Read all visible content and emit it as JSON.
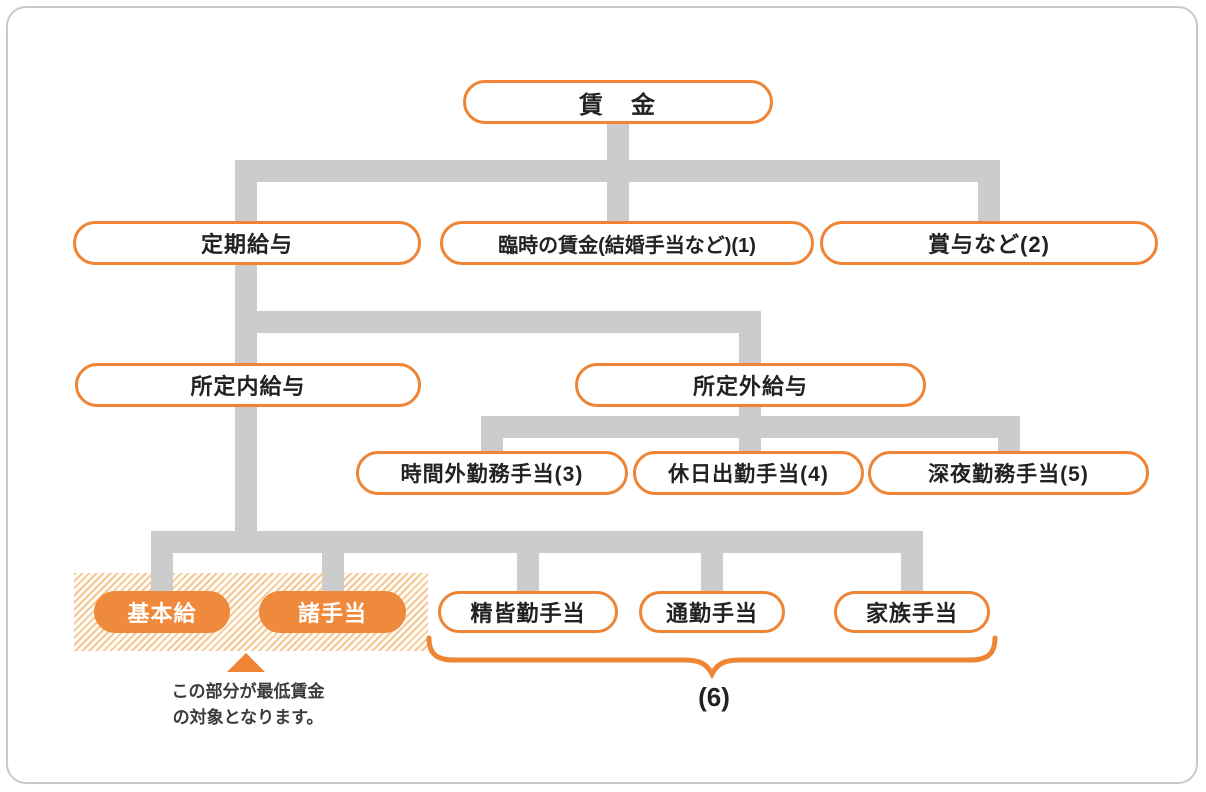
{
  "figure": {
    "description": "wage-components-hierarchy-diagram",
    "root": {
      "label": "賃　金"
    },
    "level2": {
      "teiki": "定期給与",
      "rinji": "臨時の賃金(結婚手当など)(1)",
      "shoyo": "賞与など(2)"
    },
    "level3": {
      "shoteinai": "所定内給与",
      "shoteigai": "所定外給与"
    },
    "level4": {
      "jikangai": "時間外勤務手当(3)",
      "kyujitsu": "休日出勤手当(4)",
      "shinya": "深夜勤務手当(5)"
    },
    "level5": {
      "kihonkyu": "基本給",
      "shoteate": "諸手当",
      "seikaikin": "精皆勤手当",
      "tsukin": "通勤手当",
      "kazoku": "家族手当"
    },
    "annotation": {
      "line1": "この部分が最低賃金",
      "line2": "の対象となります。"
    },
    "group_label": "(6)"
  },
  "colors": {
    "accent_orange": "#EE8434",
    "solid_pill_orange": "#EF8A3C",
    "connector_gray": "#CCCCCC",
    "hatch_stripe": "#F6C795",
    "text_dark": "#222222",
    "annotation_text": "#3C3C3C",
    "card_border": "#C9C9C9"
  }
}
